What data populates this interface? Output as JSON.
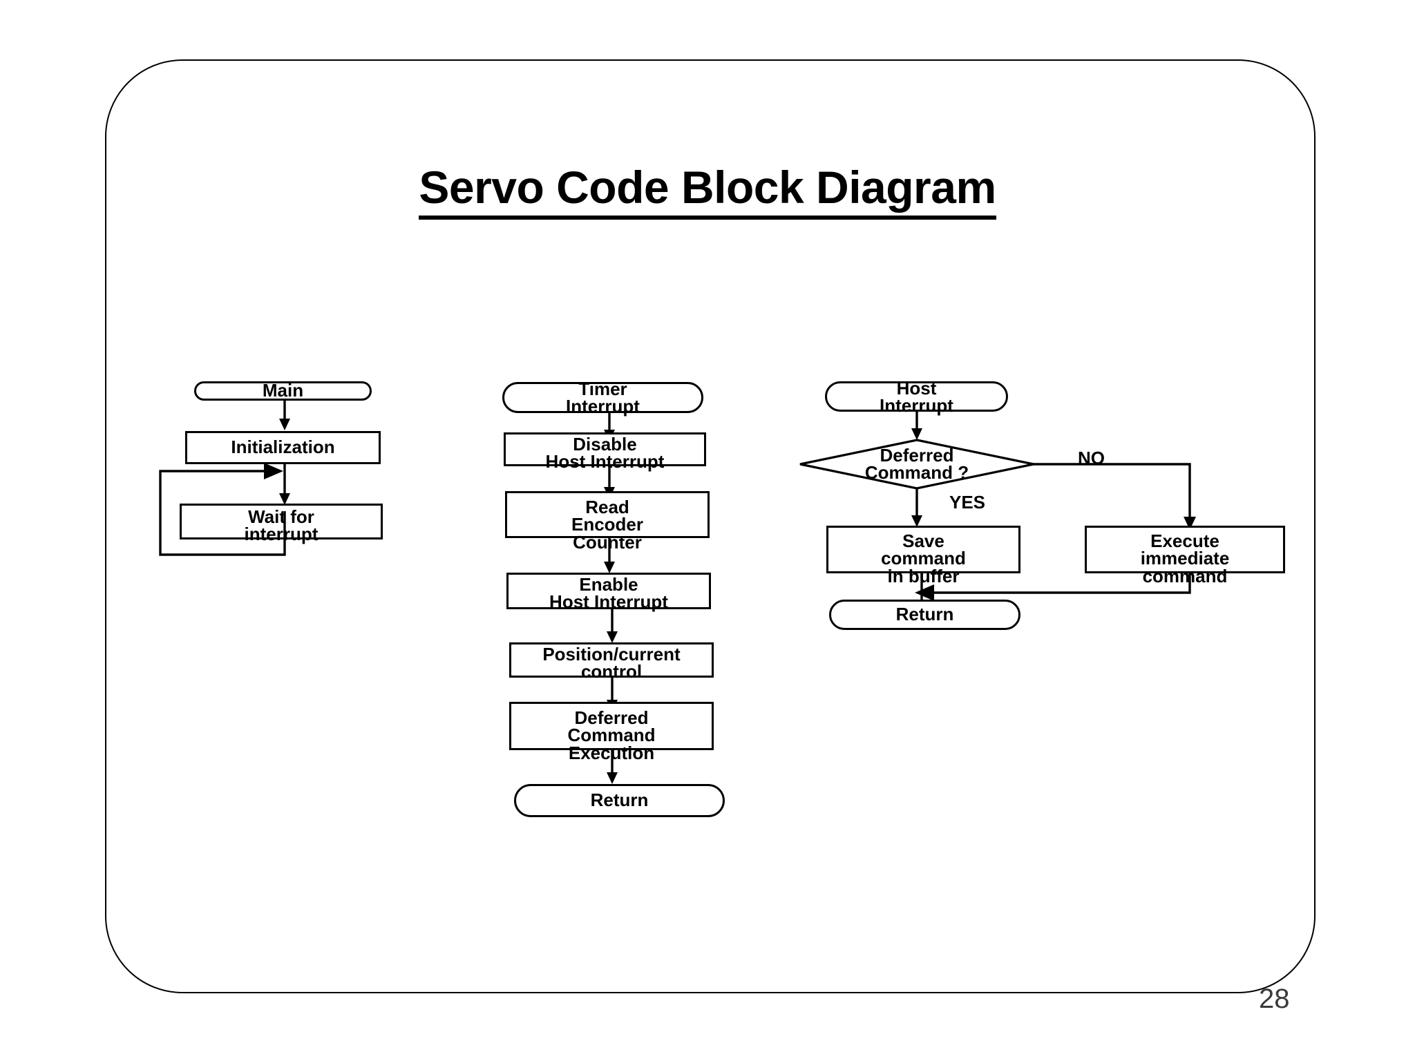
{
  "slide": {
    "title": "Servo Code Block Diagram",
    "page_number": "28",
    "background_color": "#ffffff",
    "border_color": "#000000",
    "page_number_color": "#3a3a3a"
  },
  "diagram": {
    "type": "flowchart",
    "columns": [
      {
        "name": "main-loop",
        "entry": "Main",
        "nodes": [
          {
            "id": "main",
            "shape": "terminal",
            "label": "Main"
          },
          {
            "id": "init",
            "shape": "process",
            "label": "Initialization"
          },
          {
            "id": "wait",
            "shape": "process",
            "label": "Wait for\ninterrupt"
          }
        ],
        "edges": [
          {
            "from": "main",
            "to": "init",
            "label": ""
          },
          {
            "from": "init",
            "to": "wait",
            "label": ""
          },
          {
            "from": "wait",
            "to": "wait-join",
            "label": "",
            "kind": "loop-back"
          }
        ]
      },
      {
        "name": "timer-interrupt",
        "entry": "Timer Interrupt",
        "nodes": [
          {
            "id": "timer-int",
            "shape": "terminal",
            "label": "Timer\nInterrupt"
          },
          {
            "id": "disable-host",
            "shape": "process",
            "label": "Disable\nHost Interrupt"
          },
          {
            "id": "read-encoder",
            "shape": "process",
            "label": "Read\nEncoder\nCounter"
          },
          {
            "id": "enable-host",
            "shape": "process",
            "label": "Enable\nHost Interrupt"
          },
          {
            "id": "pos-control",
            "shape": "process",
            "label": "Position/current\ncontrol"
          },
          {
            "id": "deferred-exec",
            "shape": "process",
            "label": "Deferred\nCommand\nExecution"
          },
          {
            "id": "timer-return",
            "shape": "terminal",
            "label": "Return"
          }
        ],
        "edges": [
          {
            "from": "timer-int",
            "to": "disable-host",
            "label": ""
          },
          {
            "from": "disable-host",
            "to": "read-encoder",
            "label": ""
          },
          {
            "from": "read-encoder",
            "to": "enable-host",
            "label": ""
          },
          {
            "from": "enable-host",
            "to": "pos-control",
            "label": ""
          },
          {
            "from": "pos-control",
            "to": "deferred-exec",
            "label": ""
          },
          {
            "from": "deferred-exec",
            "to": "timer-return",
            "label": ""
          }
        ]
      },
      {
        "name": "host-interrupt",
        "entry": "Host Interrupt",
        "nodes": [
          {
            "id": "host-int",
            "shape": "terminal",
            "label": "Host\nInterrupt"
          },
          {
            "id": "deferred-q",
            "shape": "decision",
            "label": "Deferred\nCommand ?"
          },
          {
            "id": "save-command",
            "shape": "process",
            "label": "Save\ncommand\nin buffer"
          },
          {
            "id": "exec-immediate",
            "shape": "process",
            "label": "Execute\nimmediate\ncommand"
          },
          {
            "id": "host-return",
            "shape": "terminal",
            "label": "Return"
          }
        ],
        "edges": [
          {
            "from": "host-int",
            "to": "deferred-q",
            "label": ""
          },
          {
            "from": "deferred-q",
            "to": "save-command",
            "label": "YES"
          },
          {
            "from": "deferred-q",
            "to": "exec-immediate",
            "label": "NO"
          },
          {
            "from": "save-command",
            "to": "host-return",
            "label": ""
          },
          {
            "from": "exec-immediate",
            "to": "host-return",
            "label": "",
            "kind": "merge"
          }
        ]
      }
    ],
    "branch_labels": {
      "yes": "YES",
      "no": "NO"
    }
  }
}
